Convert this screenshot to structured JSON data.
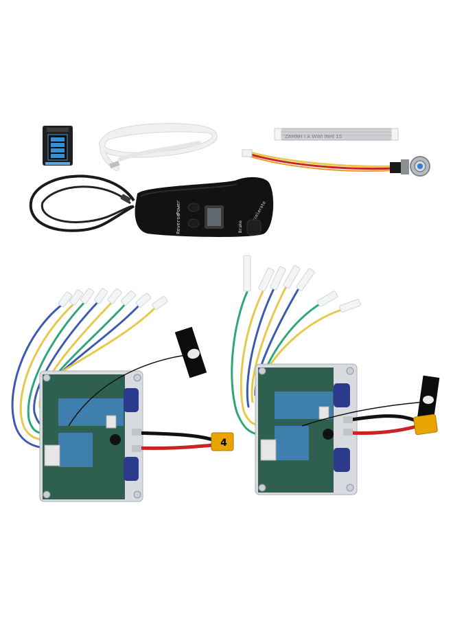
{
  "remote": {
    "label_power": "Power",
    "label_reverse": "Reverse",
    "label_brake": "Brake",
    "label_accelerate": "Accelerate"
  },
  "ribbon_cable": {
    "print": "Z8MNH I A WWI INHI 1S"
  },
  "connector_left": {
    "mark": "4"
  },
  "colors": {
    "background": "#ffffff",
    "pcb_green": "#2f5f4f",
    "pcb_blue": "#3f7fae",
    "capacitor_blue": "#2b3a8c",
    "xt60_yellow": "#e8a400",
    "wire_blue": "#3b5bb0",
    "wire_yellow": "#e6c84a",
    "wire_green": "#2fa57a",
    "wire_red": "#cc2222",
    "remote_black": "#111111"
  }
}
